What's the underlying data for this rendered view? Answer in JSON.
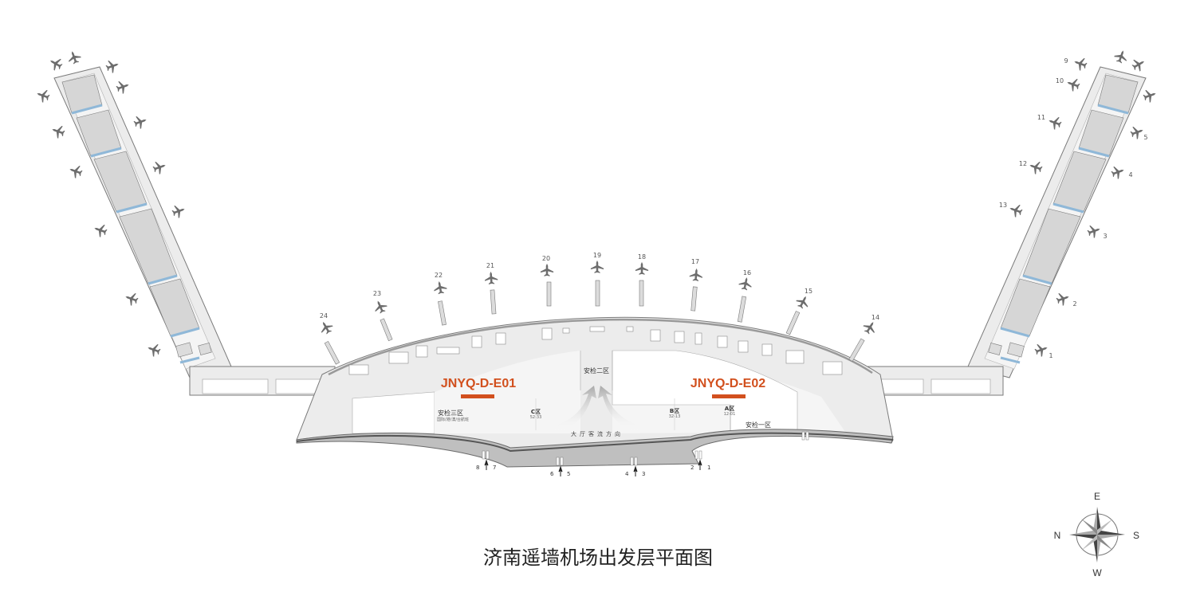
{
  "map": {
    "title": "济南遥墙机场出发层平面图",
    "ad_positions": [
      {
        "id": "e01",
        "label": "JNYQ-D-E01"
      },
      {
        "id": "e02",
        "label": "JNYQ-D-E02"
      }
    ],
    "zones": {
      "security_one": "安检一区",
      "security_two": "安检二区",
      "security_three": "安检三区",
      "security_three_sub": "国际/港/澳/台航班",
      "area_a": "A区",
      "area_a_range": "12-01",
      "area_b": "B区",
      "area_b_range": "32-13",
      "area_c": "C区",
      "area_c_range": "52-33",
      "flow_label": "大厅客流方向"
    },
    "gates": {
      "left_pier": [
        "9",
        "10",
        "11",
        "12",
        "13"
      ],
      "left_pier_outer": [
        "5",
        "4",
        "3",
        "2",
        "1"
      ],
      "center": [
        "14",
        "15",
        "16",
        "17",
        "18",
        "19",
        "20",
        "21",
        "22",
        "23",
        "24"
      ]
    },
    "doors": [
      {
        "id": "d1",
        "left": "1",
        "right": "2"
      },
      {
        "id": "d2",
        "left": "3",
        "right": "4"
      },
      {
        "id": "d3",
        "left": "5",
        "right": "6"
      },
      {
        "id": "d4",
        "left": "7",
        "right": "8"
      }
    ],
    "compass": {
      "north": "N",
      "south": "S",
      "east": "E",
      "west": "W"
    },
    "colors": {
      "ad_accent": "#d2501e",
      "floor": "#ececec",
      "hall": "#f5f5f5",
      "block": "#d6d6d6",
      "glass": "#8fb8d8",
      "outline": "#7a7a7a",
      "roof": "#666666"
    },
    "icons": {
      "plane": "airplane-icon",
      "compass": "compass-rose-icon",
      "arrow": "up-arrow-icon"
    }
  }
}
